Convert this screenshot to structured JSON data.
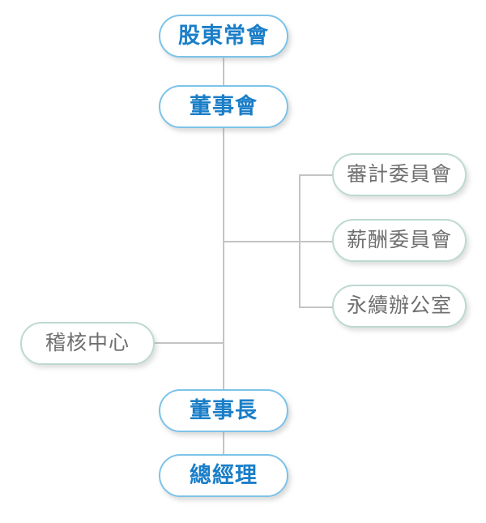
{
  "chart": {
    "type": "org-chart",
    "title": "",
    "nodes": [
      {
        "id": "shareholders",
        "label": "股東常會",
        "level": 0,
        "style": "primary"
      },
      {
        "id": "board",
        "label": "董事會",
        "level": 1,
        "style": "primary"
      },
      {
        "id": "audit_committee",
        "label": "審計委員會",
        "level": 2,
        "style": "secondary"
      },
      {
        "id": "comp_committee",
        "label": "薪酬委員會",
        "level": 2,
        "style": "secondary"
      },
      {
        "id": "sustain_office",
        "label": "永續辦公室",
        "level": 2,
        "style": "secondary"
      },
      {
        "id": "audit_center",
        "label": "稽核中心",
        "level": 2,
        "style": "secondary"
      },
      {
        "id": "chairman",
        "label": "董事長",
        "level": 3,
        "style": "primary"
      },
      {
        "id": "president",
        "label": "總經理",
        "level": 4,
        "style": "primary"
      }
    ],
    "edges": [
      {
        "from": "shareholders",
        "to": "board"
      },
      {
        "from": "board",
        "to": "audit_committee"
      },
      {
        "from": "board",
        "to": "comp_committee"
      },
      {
        "from": "board",
        "to": "sustain_office"
      },
      {
        "from": "board",
        "to": "audit_center"
      },
      {
        "from": "board",
        "to": "chairman"
      },
      {
        "from": "chairman",
        "to": "president"
      }
    ],
    "colors": {
      "primary_border": "#7cc3e9",
      "primary_text": "#1a7ec8",
      "secondary_border": "#bcd9d2",
      "secondary_text": "#6f6f6f",
      "connector": "#c4c4c4",
      "background": "#ffffff"
    }
  }
}
